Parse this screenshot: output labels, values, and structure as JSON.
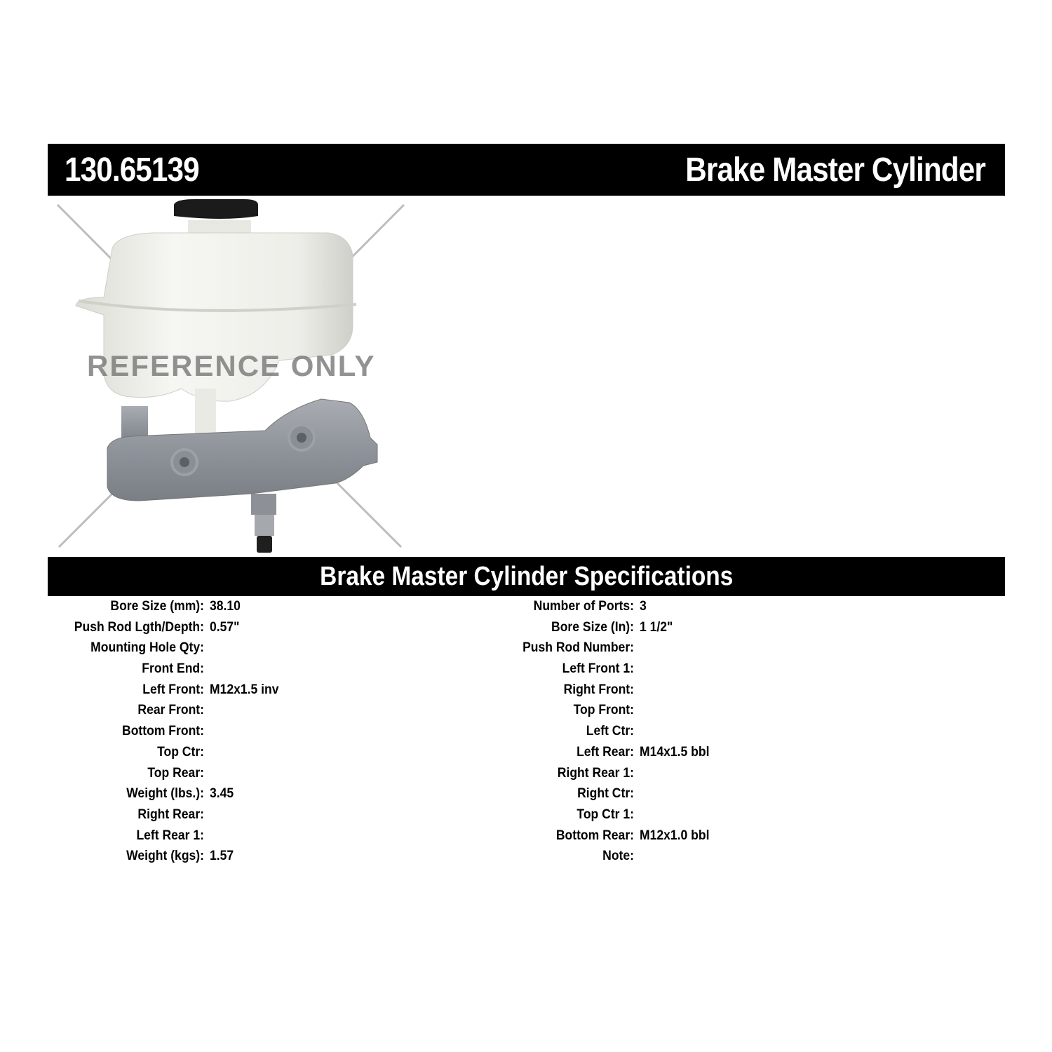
{
  "header": {
    "part_number": "130.65139",
    "product_title": "Brake Master Cylinder"
  },
  "image": {
    "alt": "Brake master cylinder with white fluid reservoir and black cap",
    "watermark": "REFERENCE ONLY"
  },
  "specifications": {
    "title": "Brake Master Cylinder Specifications",
    "left": [
      {
        "label": "Bore Size (mm):",
        "value": "38.10"
      },
      {
        "label": "Push Rod Lgth/Depth:",
        "value": "0.57\""
      },
      {
        "label": "Mounting Hole Qty:",
        "value": ""
      },
      {
        "label": "Front End:",
        "value": ""
      },
      {
        "label": "Left Front:",
        "value": "M12x1.5 inv"
      },
      {
        "label": "Rear Front:",
        "value": ""
      },
      {
        "label": "Bottom Front:",
        "value": ""
      },
      {
        "label": "Top Ctr:",
        "value": ""
      },
      {
        "label": "Top Rear:",
        "value": ""
      },
      {
        "label": "Weight (lbs.):",
        "value": "3.45"
      },
      {
        "label": "Right Rear:",
        "value": ""
      },
      {
        "label": "Left Rear 1:",
        "value": ""
      },
      {
        "label": "Weight (kgs):",
        "value": "1.57"
      }
    ],
    "right": [
      {
        "label": "Number of Ports:",
        "value": "3"
      },
      {
        "label": "Bore Size (In):",
        "value": "1 1/2\""
      },
      {
        "label": "Push Rod Number:",
        "value": ""
      },
      {
        "label": "Left Front 1:",
        "value": ""
      },
      {
        "label": "Right Front:",
        "value": ""
      },
      {
        "label": "Top Front:",
        "value": ""
      },
      {
        "label": "Left Ctr:",
        "value": ""
      },
      {
        "label": "Left Rear:",
        "value": "M14x1.5 bbl"
      },
      {
        "label": "Right Rear 1:",
        "value": ""
      },
      {
        "label": "Right Ctr:",
        "value": ""
      },
      {
        "label": "Top Ctr 1:",
        "value": ""
      },
      {
        "label": "Bottom Rear:",
        "value": "M12x1.0 bbl"
      },
      {
        "label": "Note:",
        "value": ""
      }
    ]
  }
}
